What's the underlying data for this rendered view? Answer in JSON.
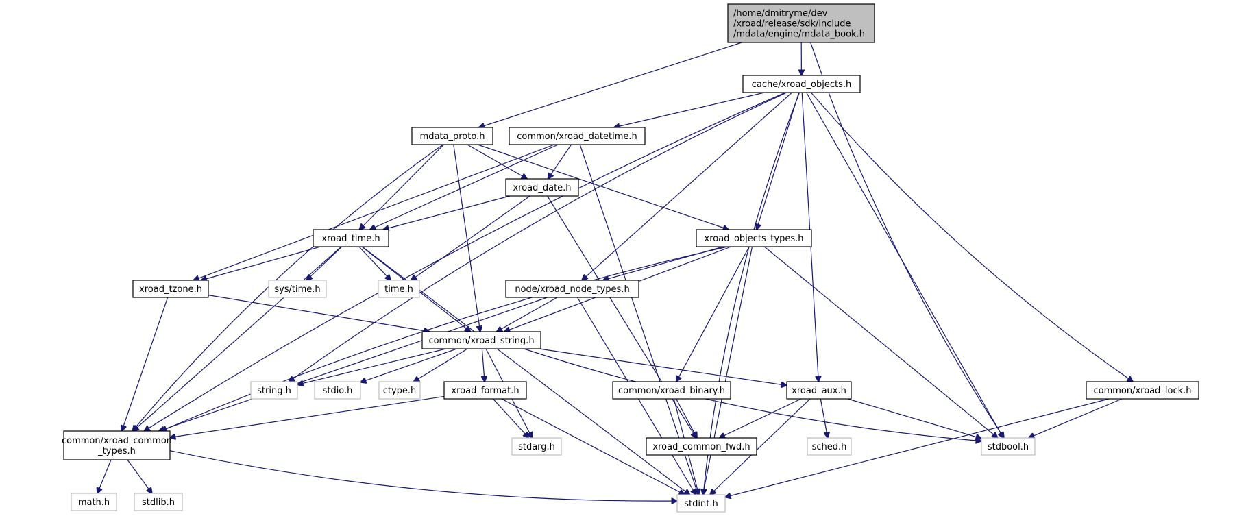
{
  "colors": {
    "edge": "#191970",
    "main_node_fill": "#bfbfbf",
    "node_border": "#000000",
    "external_node_border": "#bfbfbf"
  },
  "nodes": [
    {
      "id": "mdata_book",
      "lines": [
        "/home/dmitryme/dev",
        "/xroad/release/sdk/include",
        "/mdata/engine/mdata_book.h"
      ],
      "kind": "main"
    },
    {
      "id": "xroad_objects",
      "lines": [
        "cache/xroad_objects.h"
      ],
      "kind": "local"
    },
    {
      "id": "mdata_proto",
      "lines": [
        "mdata_proto.h"
      ],
      "kind": "local"
    },
    {
      "id": "datetime",
      "lines": [
        "common/xroad_datetime.h"
      ],
      "kind": "local"
    },
    {
      "id": "xroad_date",
      "lines": [
        "xroad_date.h"
      ],
      "kind": "local"
    },
    {
      "id": "xroad_time",
      "lines": [
        "xroad_time.h"
      ],
      "kind": "local"
    },
    {
      "id": "objects_types",
      "lines": [
        "xroad_objects_types.h"
      ],
      "kind": "local"
    },
    {
      "id": "tzone",
      "lines": [
        "xroad_tzone.h"
      ],
      "kind": "local"
    },
    {
      "id": "node_types",
      "lines": [
        "node/xroad_node_types.h"
      ],
      "kind": "local"
    },
    {
      "id": "sys_time",
      "lines": [
        "sys/time.h"
      ],
      "kind": "external"
    },
    {
      "id": "time",
      "lines": [
        "time.h"
      ],
      "kind": "external"
    },
    {
      "id": "xroad_string",
      "lines": [
        "common/xroad_string.h"
      ],
      "kind": "local"
    },
    {
      "id": "string",
      "lines": [
        "string.h"
      ],
      "kind": "external"
    },
    {
      "id": "stdio",
      "lines": [
        "stdio.h"
      ],
      "kind": "external"
    },
    {
      "id": "ctype",
      "lines": [
        "ctype.h"
      ],
      "kind": "external"
    },
    {
      "id": "xroad_format",
      "lines": [
        "xroad_format.h"
      ],
      "kind": "local"
    },
    {
      "id": "binary",
      "lines": [
        "common/xroad_binary.h"
      ],
      "kind": "local"
    },
    {
      "id": "xroad_aux",
      "lines": [
        "xroad_aux.h"
      ],
      "kind": "local"
    },
    {
      "id": "xroad_lock",
      "lines": [
        "common/xroad_lock.h"
      ],
      "kind": "local"
    },
    {
      "id": "common_types",
      "lines": [
        "common/xroad_common",
        "_types.h"
      ],
      "kind": "local"
    },
    {
      "id": "stdarg",
      "lines": [
        "stdarg.h"
      ],
      "kind": "external"
    },
    {
      "id": "common_fwd",
      "lines": [
        "xroad_common_fwd.h"
      ],
      "kind": "local"
    },
    {
      "id": "sched",
      "lines": [
        "sched.h"
      ],
      "kind": "external"
    },
    {
      "id": "stdbool",
      "lines": [
        "stdbool.h"
      ],
      "kind": "external"
    },
    {
      "id": "math",
      "lines": [
        "math.h"
      ],
      "kind": "external"
    },
    {
      "id": "stdlib",
      "lines": [
        "stdlib.h"
      ],
      "kind": "external"
    },
    {
      "id": "stdint",
      "lines": [
        "stdint.h"
      ],
      "kind": "external"
    }
  ],
  "edges": [
    {
      "from": "mdata_book",
      "to": "xroad_objects"
    },
    {
      "from": "mdata_book",
      "to": "mdata_proto"
    },
    {
      "from": "mdata_book",
      "to": "stdbool"
    },
    {
      "from": "xroad_objects",
      "to": "datetime"
    },
    {
      "from": "xroad_objects",
      "to": "objects_types"
    },
    {
      "from": "xroad_objects",
      "to": "node_types"
    },
    {
      "from": "xroad_objects",
      "to": "string"
    },
    {
      "from": "xroad_objects",
      "to": "common_types"
    },
    {
      "from": "xroad_objects",
      "to": "xroad_aux"
    },
    {
      "from": "xroad_objects",
      "to": "stdbool"
    },
    {
      "from": "xroad_objects",
      "to": "xroad_lock"
    },
    {
      "from": "xroad_objects",
      "to": "stdint"
    },
    {
      "from": "mdata_proto",
      "to": "xroad_date"
    },
    {
      "from": "mdata_proto",
      "to": "xroad_time"
    },
    {
      "from": "mdata_proto",
      "to": "objects_types"
    },
    {
      "from": "mdata_proto",
      "to": "xroad_string"
    },
    {
      "from": "mdata_proto",
      "to": "common_types"
    },
    {
      "from": "datetime",
      "to": "xroad_date"
    },
    {
      "from": "datetime",
      "to": "xroad_time"
    },
    {
      "from": "datetime",
      "to": "tzone"
    },
    {
      "from": "datetime",
      "to": "stdint"
    },
    {
      "from": "xroad_date",
      "to": "xroad_time"
    },
    {
      "from": "xroad_date",
      "to": "time"
    },
    {
      "from": "xroad_date",
      "to": "common_fwd"
    },
    {
      "from": "xroad_time",
      "to": "tzone"
    },
    {
      "from": "xroad_time",
      "to": "sys_time"
    },
    {
      "from": "xroad_time",
      "to": "time"
    },
    {
      "from": "xroad_time",
      "to": "xroad_string"
    },
    {
      "from": "xroad_time",
      "to": "common_types"
    },
    {
      "from": "xroad_time",
      "to": "stdint"
    },
    {
      "from": "objects_types",
      "to": "node_types"
    },
    {
      "from": "objects_types",
      "to": "xroad_string"
    },
    {
      "from": "objects_types",
      "to": "binary"
    },
    {
      "from": "objects_types",
      "to": "common_types"
    },
    {
      "from": "objects_types",
      "to": "stdbool"
    },
    {
      "from": "objects_types",
      "to": "stdint"
    },
    {
      "from": "tzone",
      "to": "xroad_string"
    },
    {
      "from": "tzone",
      "to": "common_types"
    },
    {
      "from": "node_types",
      "to": "xroad_string"
    },
    {
      "from": "node_types",
      "to": "common_types"
    },
    {
      "from": "node_types",
      "to": "stdint"
    },
    {
      "from": "xroad_string",
      "to": "string"
    },
    {
      "from": "xroad_string",
      "to": "stdio"
    },
    {
      "from": "xroad_string",
      "to": "ctype"
    },
    {
      "from": "xroad_string",
      "to": "xroad_format"
    },
    {
      "from": "xroad_string",
      "to": "stdarg"
    },
    {
      "from": "xroad_string",
      "to": "xroad_aux"
    },
    {
      "from": "xroad_string",
      "to": "stdbool"
    },
    {
      "from": "xroad_format",
      "to": "common_types"
    },
    {
      "from": "xroad_format",
      "to": "stdarg"
    },
    {
      "from": "xroad_format",
      "to": "stdint"
    },
    {
      "from": "binary",
      "to": "common_fwd"
    },
    {
      "from": "binary",
      "to": "stdint"
    },
    {
      "from": "xroad_aux",
      "to": "common_fwd"
    },
    {
      "from": "xroad_aux",
      "to": "sched"
    },
    {
      "from": "xroad_aux",
      "to": "stdbool"
    },
    {
      "from": "xroad_aux",
      "to": "stdint"
    },
    {
      "from": "xroad_lock",
      "to": "stdbool"
    },
    {
      "from": "xroad_lock",
      "to": "stdint"
    },
    {
      "from": "common_types",
      "to": "math"
    },
    {
      "from": "common_types",
      "to": "stdlib"
    },
    {
      "from": "common_types",
      "to": "stdint"
    }
  ]
}
